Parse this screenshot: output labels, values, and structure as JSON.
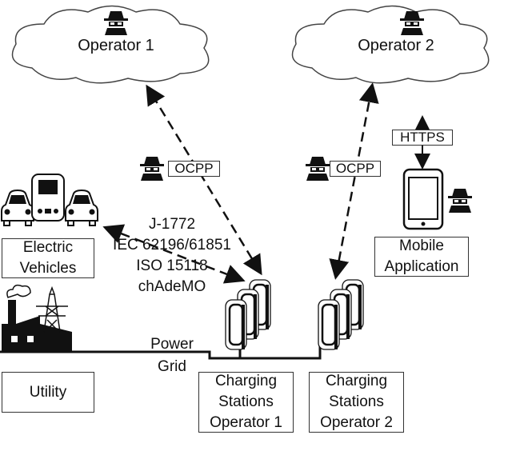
{
  "clouds": {
    "operator1": "Operator 1",
    "operator2": "Operator 2"
  },
  "protocols": {
    "ocpp_1": "OCPP",
    "ocpp_2": "OCPP",
    "https": "HTTPS"
  },
  "ev_standards": [
    "J-1772",
    "IEC 62196/61851",
    "ISO 15118",
    "chAdeMO"
  ],
  "power_grid": {
    "line1": "Power",
    "line2": "Grid"
  },
  "boxes": {
    "electric_vehicles": [
      "Electric",
      "Vehicles"
    ],
    "mobile_application": [
      "Mobile",
      "Application"
    ],
    "utility": "Utility",
    "cs_operator1": [
      "Charging",
      "Stations",
      "Operator 1"
    ],
    "cs_operator2": [
      "Charging",
      "Stations",
      "Operator 2"
    ]
  },
  "icons": [
    "cloud-icon",
    "hacker-icon",
    "car-icon",
    "truck-icon",
    "factory-icon",
    "pylon-icon",
    "charger-icon",
    "smartphone-icon"
  ]
}
